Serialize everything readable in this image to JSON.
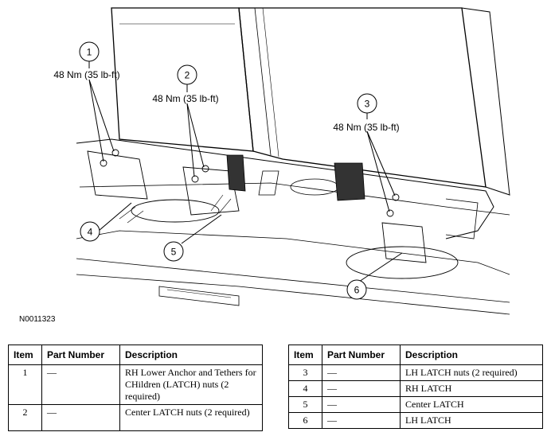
{
  "callouts": [
    {
      "num": "1",
      "torque": "48 Nm (35 lb-ft)"
    },
    {
      "num": "2",
      "torque": "48 Nm (35 lb-ft)"
    },
    {
      "num": "3",
      "torque": "48 Nm (35 lb-ft)"
    },
    {
      "num": "4"
    },
    {
      "num": "5"
    },
    {
      "num": "6"
    }
  ],
  "figure_id": "N0011323",
  "table_headers": {
    "item": "Item",
    "part_number": "Part Number",
    "description": "Description"
  },
  "table_left": [
    {
      "item": "1",
      "part": "—",
      "desc": "RH Lower Anchor and Tethers for CHildren (LATCH) nuts (2 required)"
    },
    {
      "item": "2",
      "part": "—",
      "desc": "Center LATCH nuts (2 required)"
    }
  ],
  "table_right": [
    {
      "item": "3",
      "part": "—",
      "desc": "LH LATCH nuts (2 required)"
    },
    {
      "item": "4",
      "part": "—",
      "desc": "RH LATCH"
    },
    {
      "item": "5",
      "part": "—",
      "desc": "Center LATCH"
    },
    {
      "item": "6",
      "part": "—",
      "desc": "LH LATCH"
    }
  ]
}
